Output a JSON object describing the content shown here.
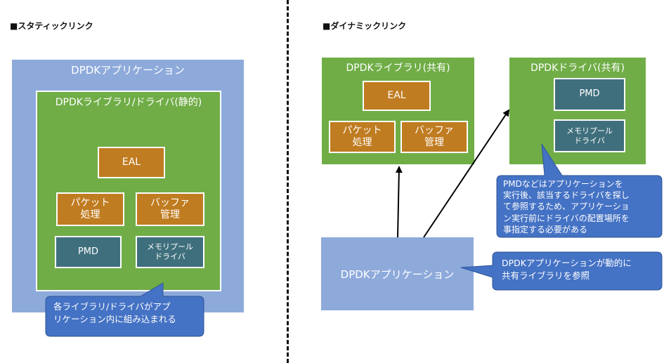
{
  "static": {
    "heading": "■スタティックリンク",
    "app_title": "DPDKアプリケーション",
    "lib_title": "DPDKライブラリ/ドライバ(静的)",
    "eal": "EAL",
    "packet": "パケット\n処理",
    "buffer": "バッファ\n管理",
    "pmd": "PMD",
    "mempool": "メモリプール\nドライバ",
    "callout": "各ライブラリ/ドライバがアプ\nリケーション内に組み込まれる"
  },
  "dynamic": {
    "heading": "■ダイナミックリンク",
    "lib_title": "DPDKライブラリ(共有)",
    "eal": "EAL",
    "packet": "パケット\n処理",
    "buffer": "バッファ\n管理",
    "driver_title": "DPDKドライバ(共有)",
    "pmd": "PMD",
    "mempool": "メモリプール\nドライバ",
    "app": "DPDKアプリケーション",
    "callout_pmd": "PMDなどはアプリケーションを\n実行後、該当するドライバを探し\nて参照するため、アプリケーショ\nン実行前にドライバの配置場所を\n事指定する必要がある",
    "callout_app": "DPDKアプリケーションが動的に\n共有ライブラリを参照"
  },
  "colors": {
    "app_blue": "#8eaadb",
    "lib_green": "#70ad47",
    "orange": "#c07c21",
    "teal": "#3f6f7d",
    "callout_blue": "#4472c4"
  }
}
